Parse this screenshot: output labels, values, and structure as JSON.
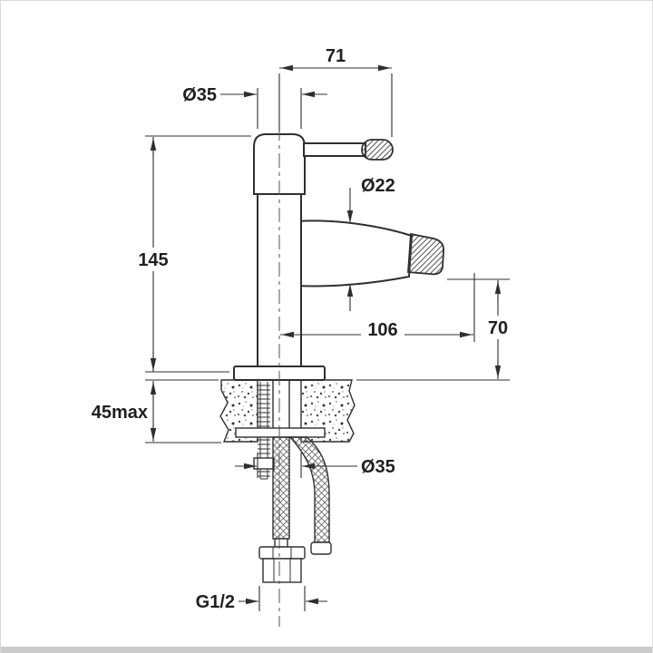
{
  "drawing": {
    "kind": "technical-dimension-drawing",
    "subject": "single-lever bidet mixer tap, side view with mounting cross-section"
  },
  "colors": {
    "background": "#ffffff",
    "line": "#2f2f2f",
    "frame_border": "#d8d8d8",
    "frame_bottom_edge": "#cbcbcb"
  },
  "labels": {
    "lever_length": "71",
    "body_diameter": "Ø35",
    "spout_diameter": "Ø22",
    "height_to_deck": "145",
    "spout_reach": "106",
    "outlet_height": "70",
    "deck_thickness": "45max",
    "hole_diameter": "Ø35",
    "connection_thread": "G1/2"
  }
}
